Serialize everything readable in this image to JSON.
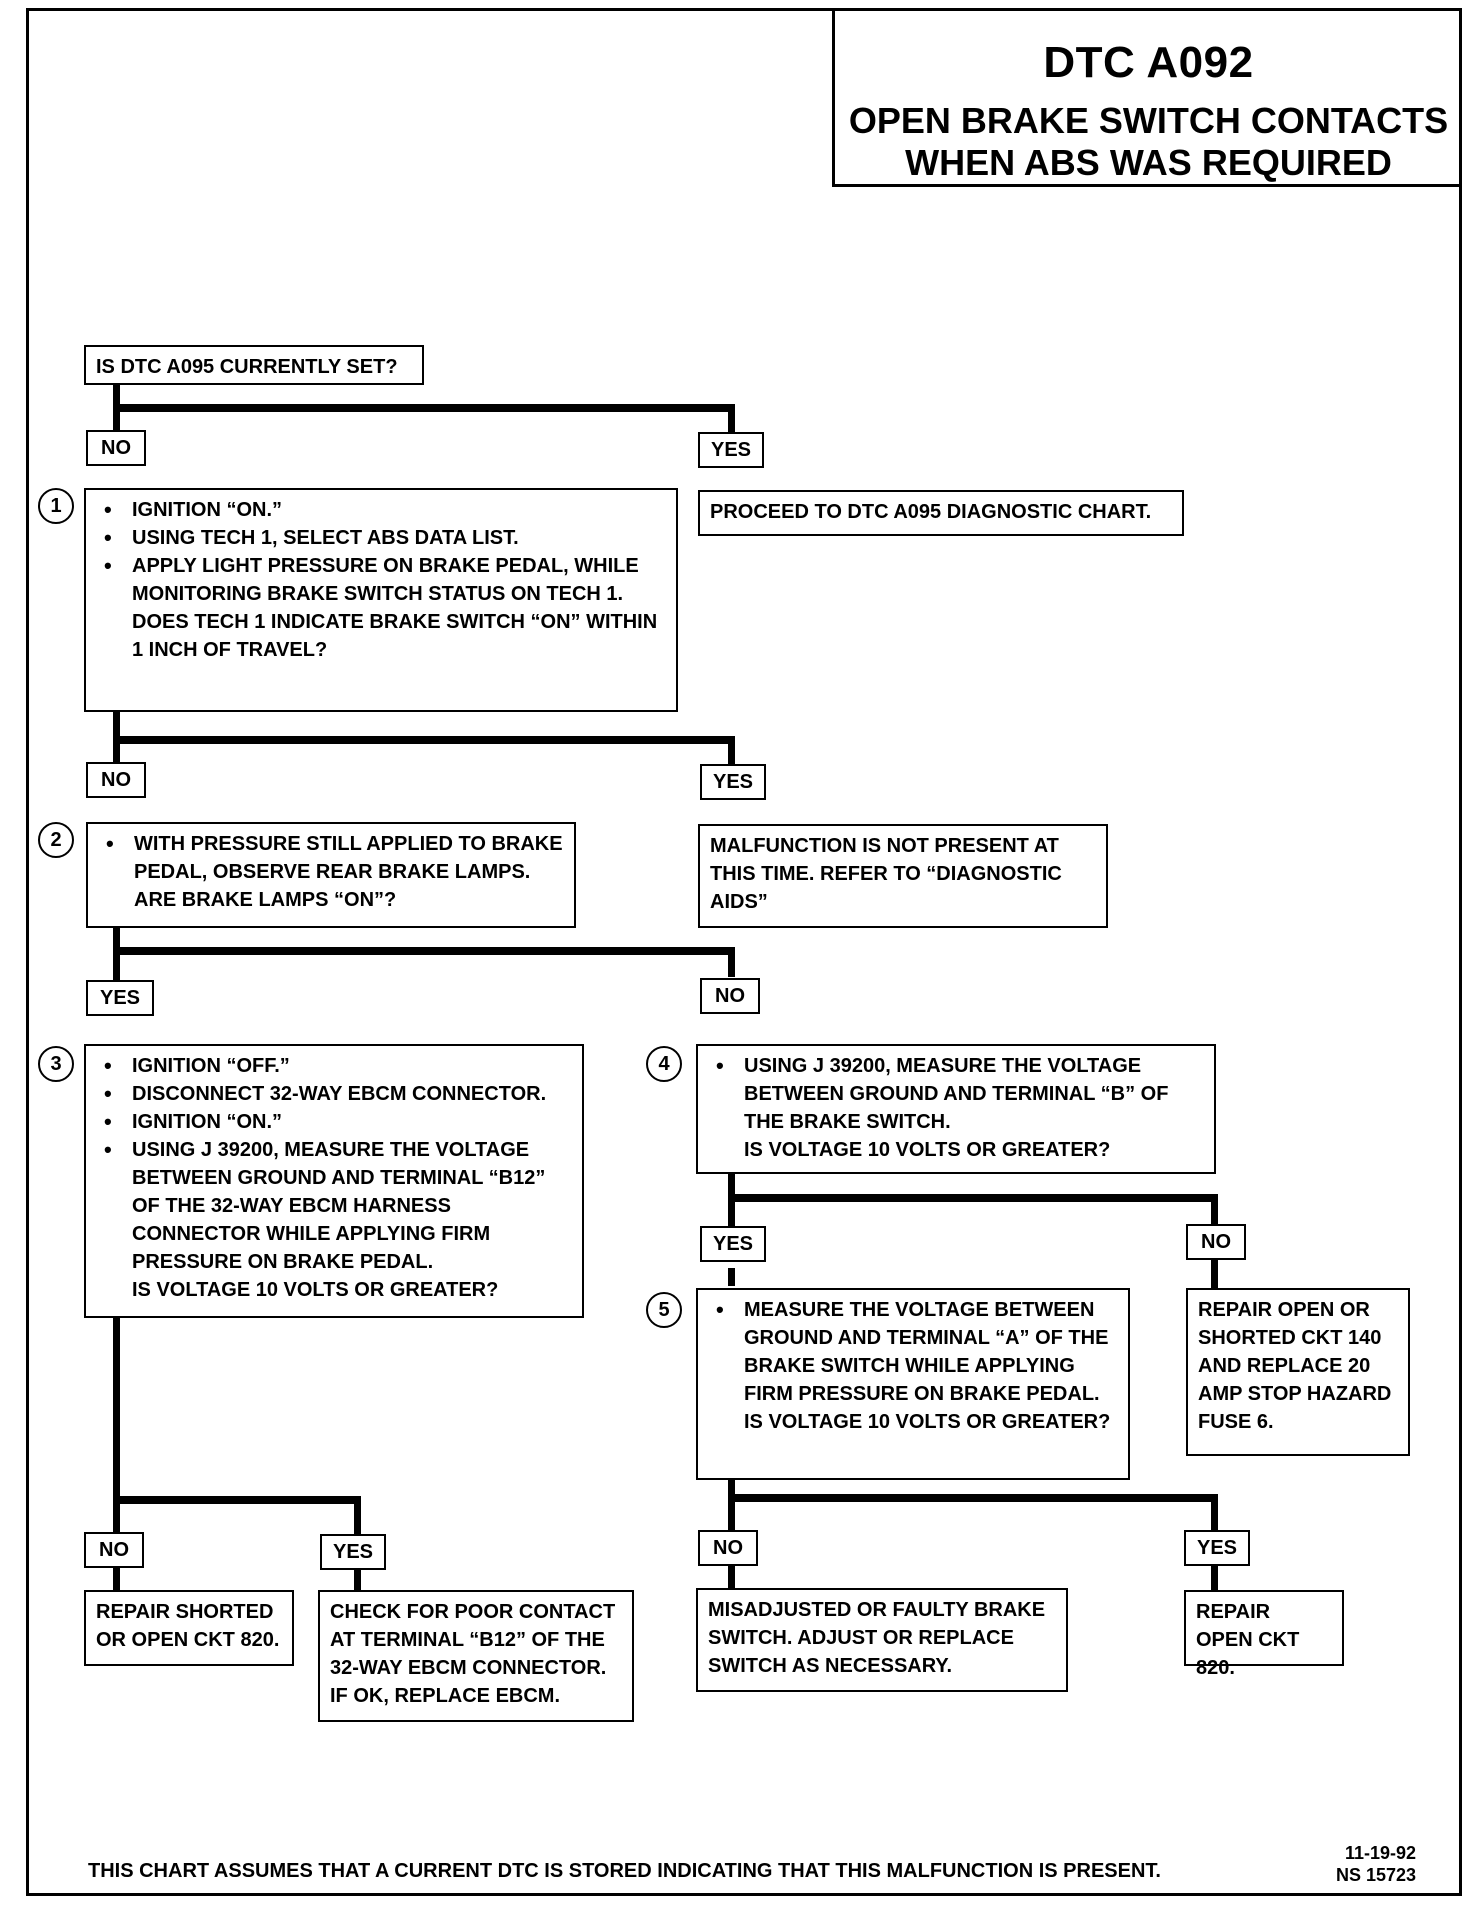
{
  "header": {
    "code": "DTC A092",
    "title_line1": "OPEN BRAKE SWITCH CONTACTS",
    "title_line2": "WHEN ABS WAS REQUIRED"
  },
  "start": {
    "question": "IS DTC A095 CURRENTLY SET?"
  },
  "labels": {
    "no": "NO",
    "yes": "YES"
  },
  "steps": [
    {
      "number": "1",
      "bullets": [
        "IGNITION “ON.”",
        "USING TECH 1, SELECT ABS DATA LIST.",
        "APPLY LIGHT PRESSURE ON BRAKE PEDAL, WHILE MONITORING BRAKE SWITCH STATUS ON TECH 1."
      ],
      "question": "DOES TECH 1 INDICATE BRAKE SWITCH “ON” WITHIN 1 INCH OF TRAVEL?"
    },
    {
      "number": "2",
      "bullets": [
        "WITH PRESSURE STILL APPLIED TO BRAKE PEDAL, OBSERVE REAR BRAKE LAMPS."
      ],
      "question": "ARE BRAKE LAMPS “ON”?"
    },
    {
      "number": "3",
      "bullets": [
        "IGNITION “OFF.”",
        "DISCONNECT 32-WAY EBCM CONNECTOR.",
        "IGNITION “ON.”",
        "USING J 39200, MEASURE THE VOLTAGE BETWEEN GROUND AND TERMINAL “B12” OF THE 32-WAY EBCM HARNESS CONNECTOR WHILE APPLYING FIRM PRESSURE ON BRAKE PEDAL."
      ],
      "question": "IS VOLTAGE 10 VOLTS OR GREATER?"
    },
    {
      "number": "4",
      "bullets": [
        "USING J 39200, MEASURE THE VOLTAGE BETWEEN GROUND AND TERMINAL “B” OF THE BRAKE SWITCH."
      ],
      "question": "IS VOLTAGE 10 VOLTS OR GREATER?"
    },
    {
      "number": "5",
      "bullets": [
        "MEASURE THE VOLTAGE BETWEEN GROUND AND TERMINAL “A” OF THE BRAKE SWITCH WHILE APPLYING FIRM PRESSURE ON BRAKE PEDAL."
      ],
      "question": "IS VOLTAGE 10 VOLTS OR GREATER?"
    }
  ],
  "results": {
    "proceed_a095": "PROCEED TO DTC A095 DIAGNOSTIC CHART.",
    "not_present": "MALFUNCTION IS NOT PRESENT AT THIS TIME. REFER TO “DIAGNOSTIC AIDS”",
    "repair_ckt140": "REPAIR OPEN OR SHORTED CKT 140 AND REPLACE 20 AMP STOP HAZARD FUSE 6.",
    "repair_ckt820_shorted": "REPAIR SHORTED OR OPEN CKT 820.",
    "check_contact": "CHECK FOR POOR CONTACT AT TERMINAL “B12” OF THE 32-WAY EBCM CONNECTOR. IF OK, REPLACE EBCM.",
    "misadjusted": "MISADJUSTED OR FAULTY BRAKE SWITCH. ADJUST OR REPLACE SWITCH AS NECESSARY.",
    "repair_ckt820_open": "REPAIR OPEN CKT 820."
  },
  "footer": {
    "note": "THIS CHART ASSUMES THAT A CURRENT DTC IS STORED INDICATING THAT THIS MALFUNCTION IS PRESENT.",
    "date": "11-19-92",
    "ref": "NS 15723"
  }
}
